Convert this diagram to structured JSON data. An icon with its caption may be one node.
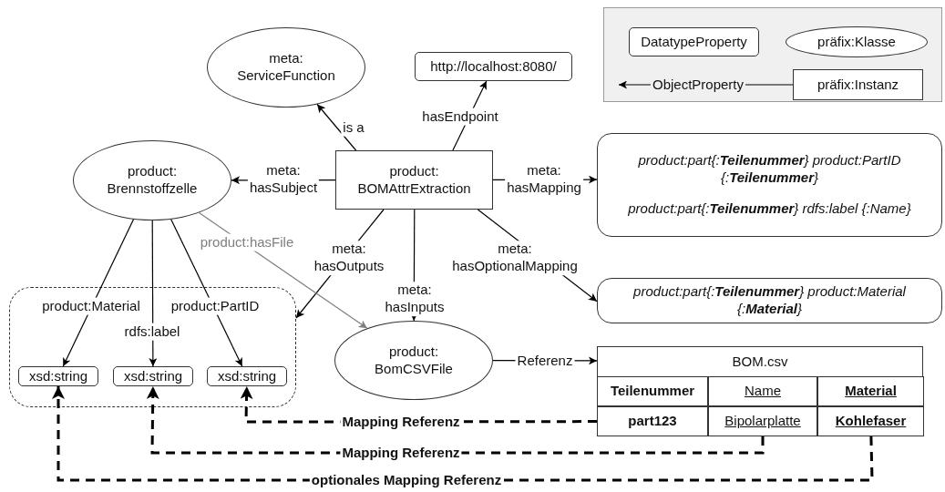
{
  "diagram": {
    "nodes": [
      {
        "text": [
          "meta: ServiceFunction"
        ]
      },
      {
        "text": [
          "http://localhost:8080/"
        ]
      },
      {
        "text": [
          "product: Brennstoffzelle"
        ]
      },
      {
        "text": [
          "product: BOMAttrExtraction"
        ]
      },
      {
        "text": [
          "product:part{:**Teilenummer**} product:PartID {:**Teilenummer**}",
          "product:part{:**Teilenummer**} rdfs:label {:Name}"
        ]
      },
      {
        "text": [
          "product:part{:**Teilenummer**} product:Material {:**Material**}"
        ]
      },
      {
        "text": [],
        "shape": "box"
      },
      {
        "text": [
          "xsd:string"
        ],
        "in": 6
      },
      {
        "text": [
          "xsd:string"
        ],
        "in": 6
      },
      {
        "text": [
          "xsd:string"
        ],
        "in": 6
      },
      {
        "text": [
          "product: BomCSVFile"
        ]
      },
      {
        "text": [
          "BOM.csv"
        ]
      },
      {
        "text": [
          "Teilenummer"
        ],
        "in": 11
      },
      {
        "text": [
          "Name"
        ],
        "in": 11
      },
      {
        "text": [
          "Material"
        ],
        "in": 11
      },
      {
        "text": [
          "part123"
        ],
        "in": 11
      },
      {
        "text": [
          "Bipolarplatte"
        ],
        "in": 11
      },
      {
        "text": [
          "Kohlefaser"
        ],
        "in": 11
      },
      {
        "text": [],
        "shape": "box"
      },
      {
        "text": [
          "DatatypeProperty"
        ],
        "in": 18
      },
      {
        "text": [
          "präfix:Klasse"
        ],
        "in": 18
      },
      {
        "text": [
          "präfix:Instanz"
        ],
        "in": 18
      }
    ],
    "edges": [
      {
        "from": 3,
        "to": 0,
        "arrow": "to",
        "label": "is a"
      },
      {
        "from": 3,
        "to": 1,
        "arrow": "to",
        "label": "hasEndpoint"
      },
      {
        "from": 3,
        "to": 2,
        "arrow": "to",
        "label": "meta: hasSubject"
      },
      {
        "from": 3,
        "to": 4,
        "arrow": "to",
        "label": "meta: hasMapping"
      },
      {
        "from": 3,
        "to": 6,
        "arrow": "to",
        "label": "meta: hasOutputs"
      },
      {
        "from": 3,
        "to": 10,
        "arrow": "to",
        "label": "meta: hasInputs"
      },
      {
        "from": 3,
        "to": 5,
        "arrow": "to",
        "label": "meta: hasOptionalMapping"
      },
      {
        "from": 2,
        "to": 10,
        "arrow": "to",
        "label": "product:hasFile",
        "color": "#7f7f7f"
      },
      {
        "from": 2,
        "to": 7,
        "arrow": "to",
        "label": "product:Material"
      },
      {
        "from": 2,
        "to": 8,
        "arrow": "to",
        "label": "rdfs:label"
      },
      {
        "from": 2,
        "to": 9,
        "arrow": "to",
        "label": "product:PartID"
      },
      {
        "from": 10,
        "to": 11,
        "arrow": "to",
        "label": "Referenz"
      },
      {
        "from": 15,
        "to": 9,
        "arrow": "to",
        "label": "Mapping Referenz",
        "style": "dashed"
      },
      {
        "from": 16,
        "to": 8,
        "arrow": "to",
        "label": "Mapping Referenz",
        "style": "dashed"
      },
      {
        "from": 17,
        "to": 7,
        "arrow": "to",
        "label": "optionales Mapping Referenz",
        "style": "dashed"
      },
      {
        "from": 21,
        "to": null,
        "arrow": "to",
        "label": "ObjectProperty"
      }
    ]
  }
}
